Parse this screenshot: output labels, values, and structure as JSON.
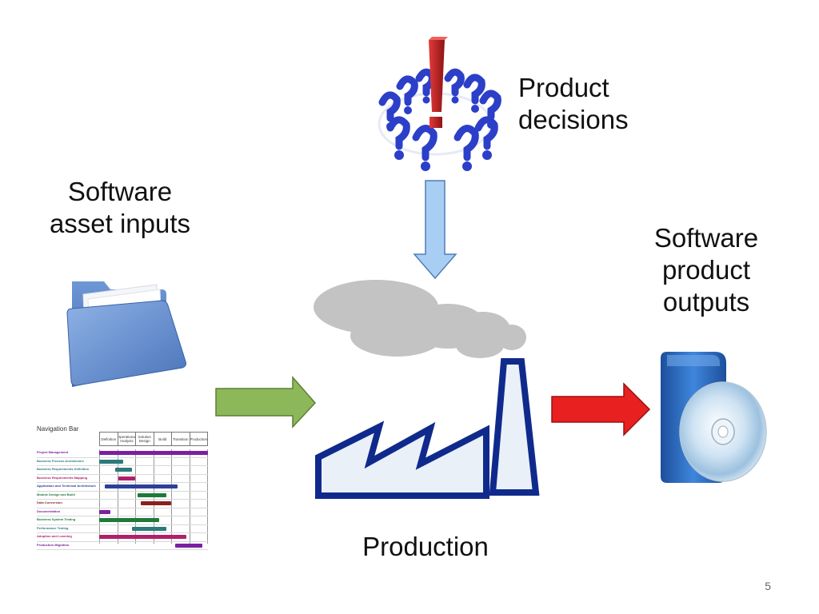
{
  "labels": {
    "software_asset_inputs_line1": "Software",
    "software_asset_inputs_line2": "asset inputs",
    "product_decisions_line1": "Product",
    "product_decisions_line2": "decisions",
    "software_product_outputs_line1": "Software",
    "software_product_outputs_line2": "product",
    "software_product_outputs_line3": "outputs",
    "production": "Production"
  },
  "slide_number": "5",
  "colors": {
    "input_arrow": "#8db85a",
    "decision_arrow": "#a9cef3",
    "output_arrow": "#e82020",
    "factory_outline": "#102a8c",
    "factory_fill": "#eaf0f8",
    "smoke": "#c3c3c3",
    "question_marks": "#2c3fc8",
    "exclamation": "#c02020",
    "folder": "#5b86c9",
    "software_box": "#2f6fc4"
  },
  "icons": {
    "decision_graphic": "question-marks-ring-with-exclamation-icon",
    "folder": "folder-icon",
    "gantt": "gantt-chart-icon",
    "factory": "factory-icon",
    "smoke": "smoke-cloud-icon",
    "software_box": "software-box-with-cd-icon"
  },
  "gantt": {
    "title": "Navigation Bar",
    "columns": [
      "Definition",
      "Operational Analysis",
      "Solution Design",
      "Build",
      "Transition",
      "Production"
    ],
    "tasks": [
      {
        "name": "Project Management",
        "color": "#7a1fa2",
        "start": 0.0,
        "end": 1.0
      },
      {
        "name": "Business Process Architecture",
        "color": "#2c7a7a",
        "start": 0.0,
        "end": 0.22
      },
      {
        "name": "Business Requirements Definition",
        "color": "#2c7a7a",
        "start": 0.15,
        "end": 0.3
      },
      {
        "name": "Business Requirements Mapping",
        "color": "#b0206a",
        "start": 0.18,
        "end": 0.33
      },
      {
        "name": "Application and Technical Architecture",
        "color": "#2c3f9a",
        "start": 0.05,
        "end": 0.72
      },
      {
        "name": "Module Design and Build",
        "color": "#1f7a3a",
        "start": 0.35,
        "end": 0.62
      },
      {
        "name": "Data Conversion",
        "color": "#8a1f1f",
        "start": 0.38,
        "end": 0.66
      },
      {
        "name": "Documentation",
        "color": "#7a1fa2",
        "start": 0.0,
        "end": 0.1
      },
      {
        "name": "Business System Testing",
        "color": "#1f7a3a",
        "start": 0.0,
        "end": 0.55
      },
      {
        "name": "Performance Testing",
        "color": "#2c7a7a",
        "start": 0.3,
        "end": 0.62
      },
      {
        "name": "Adoption and Learning",
        "color": "#b0206a",
        "start": 0.0,
        "end": 0.8
      },
      {
        "name": "Production Migration",
        "color": "#7a1fa2",
        "start": 0.7,
        "end": 0.95
      }
    ]
  }
}
